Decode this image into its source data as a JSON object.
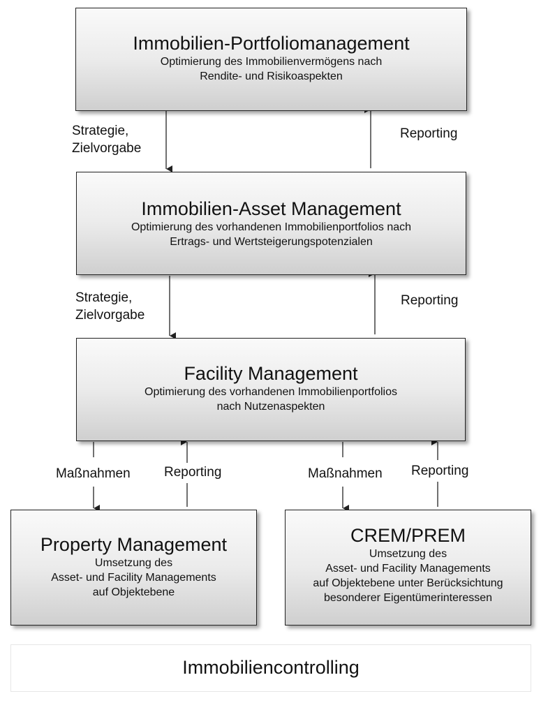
{
  "boxes": {
    "portfolio": {
      "title": "Immobilien-Portfoliomanagement",
      "line1": "Optimierung des Immobilienvermögens nach",
      "line2": "Rendite- und Risikoaspekten"
    },
    "asset": {
      "title": "Immobilien-Asset Management",
      "line1": "Optimierung des vorhandenen Immobilienportfolios  nach",
      "line2": "Ertrags- und Wertsteigerungspotenzialen"
    },
    "facility": {
      "title": "Facility Management",
      "line1": "Optimierung des vorhandenen Immobilienportfolios",
      "line2": "nach Nutzenaspekten"
    },
    "property": {
      "title": "Property Management",
      "line1": "Umsetzung des",
      "line2": "Asset- und Facility Managements",
      "line3": "auf Objektebene"
    },
    "crem": {
      "title": "CREM/PREM",
      "line1": "Umsetzung des",
      "line2": "Asset- und Facility Managements",
      "line3": "auf Objektebene unter Berücksichtung",
      "line4": "besonderer Eigentümerinteressen"
    },
    "controlling": {
      "title": "Immobiliencontrolling"
    }
  },
  "labels": {
    "strategie_1": {
      "line1": "Strategie,",
      "line2": "Zielvorgabe"
    },
    "reporting_1": "Reporting",
    "strategie_2": {
      "line1": "Strategie,",
      "line2": "Zielvorgabe"
    },
    "reporting_2": "Reporting",
    "massnahmen_left": "Maßnahmen",
    "reporting_left": "Reporting",
    "massnahmen_right": "Maßnahmen",
    "reporting_right": "Reporting"
  },
  "colors": {
    "line": "#222222",
    "box_border": "#222222"
  }
}
